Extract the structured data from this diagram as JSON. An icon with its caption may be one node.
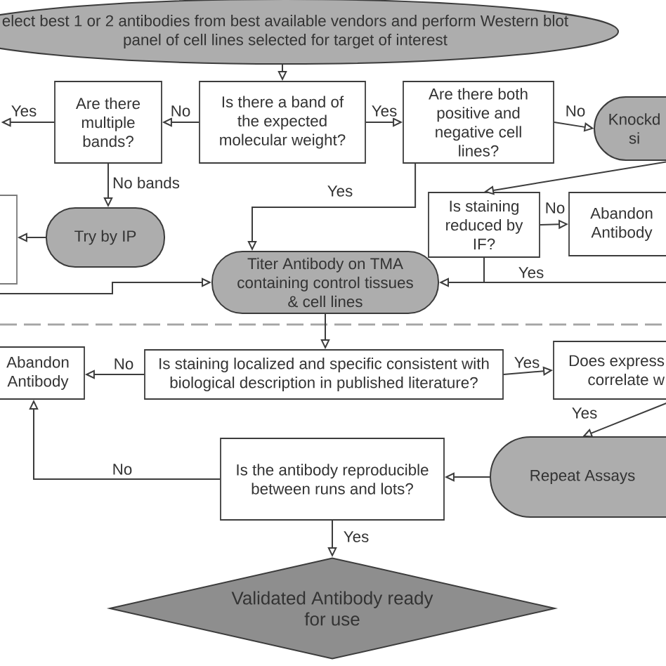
{
  "diagram": {
    "nodes": [
      {
        "text": [
          "elect best 1 or 2 antibodies from best available vendors and perform Western blot panel of cell lines selected for target of interest"
        ]
      },
      {
        "text": [
          "Are there multiple bands?"
        ]
      },
      {
        "text": [
          "Is there a band of the expected molecular weight?"
        ]
      },
      {
        "text": [
          "Are there both positive and negative cell lines?"
        ]
      },
      {
        "text": [
          "Knockd si"
        ]
      },
      {
        "text": [],
        "shape": "box"
      },
      {
        "text": [
          "Try by IP"
        ]
      },
      {
        "text": [
          "Is staining reduced by IF?"
        ]
      },
      {
        "text": [
          "Abandon Antibody"
        ]
      },
      {
        "text": [
          "Titer Antibody on TMA containing control tissues & cell lines"
        ]
      },
      {
        "text": [
          "Abandon Antibody"
        ]
      },
      {
        "text": [
          "Is staining localized and specific consistent with biological description in published literature?"
        ]
      },
      {
        "text": [
          "Does express correlate w"
        ]
      },
      {
        "text": [
          "Repeat Assays"
        ]
      },
      {
        "text": [
          "Is the antibody reproducible between runs and lots?"
        ]
      },
      {
        "text": [
          "Validated Antibody ready for use"
        ]
      }
    ],
    "edges": [
      {
        "from": 0,
        "to": 2,
        "arrow": "to"
      },
      {
        "from": 2,
        "to": 1,
        "arrow": "to",
        "label": "No"
      },
      {
        "from": 1,
        "to": null,
        "arrow": "to",
        "label": "Yes"
      },
      {
        "from": 2,
        "to": 3,
        "arrow": "to",
        "label": "Yes"
      },
      {
        "from": 3,
        "to": 4,
        "arrow": "to",
        "label": "No"
      },
      {
        "from": 1,
        "to": 6,
        "arrow": "to",
        "label": "No bands"
      },
      {
        "from": 6,
        "to": 5,
        "arrow": "to"
      },
      {
        "from": 4,
        "to": 7,
        "arrow": "to"
      },
      {
        "from": 7,
        "to": 8,
        "arrow": "to",
        "label": "No"
      },
      {
        "from": 3,
        "to": 9,
        "arrow": "to",
        "label": "Yes"
      },
      {
        "from": 7,
        "to": 9,
        "arrow": "to"
      },
      {
        "from": null,
        "to": 9,
        "arrow": "to",
        "label": "Yes"
      },
      {
        "from": 5,
        "to": 9,
        "arrow": "to"
      },
      {
        "from": 9,
        "to": 11,
        "arrow": "to"
      },
      {
        "from": 11,
        "to": 10,
        "arrow": "to",
        "label": "No"
      },
      {
        "from": 11,
        "to": 12,
        "arrow": "to",
        "label": "Yes"
      },
      {
        "from": 12,
        "to": 13,
        "arrow": "to",
        "label": "Yes"
      },
      {
        "from": 13,
        "to": 14,
        "arrow": "to"
      },
      {
        "from": 14,
        "to": 10,
        "arrow": "to",
        "label": "No"
      },
      {
        "from": 14,
        "to": 15,
        "arrow": "to",
        "label": "Yes"
      }
    ]
  }
}
